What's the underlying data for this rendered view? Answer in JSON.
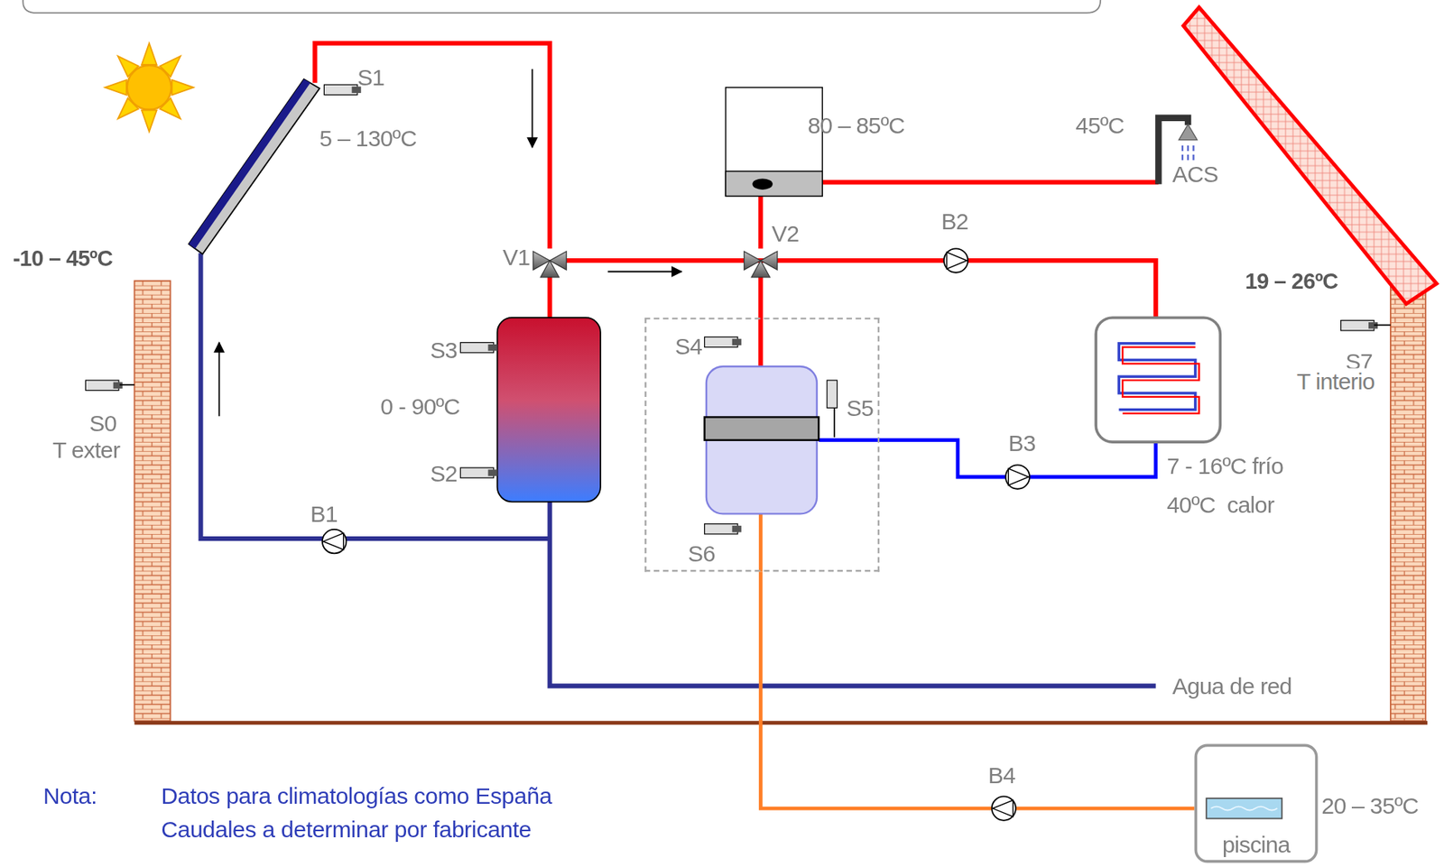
{
  "diagram": {
    "nodes": [
      {
        "text": [
          "S4",
          "S5",
          "S6"
        ]
      },
      {
        "text": [
          "piscina"
        ]
      }
    ],
    "edges": [
      {
        "from": 0,
        "to": 1,
        "arrow": "none",
        "label": "B4"
      }
    ],
    "labels": [
      "S1",
      "5 – 130ºC",
      "80 – 85ºC",
      "45ºC",
      "ACS",
      "-10 – 45ºC",
      "V1",
      "V2",
      "B2",
      "19 – 26ºC",
      "S3",
      "0 - 90ºC",
      "S7",
      "T interio",
      "S0",
      "T exter",
      "B3",
      "S2",
      "7 - 16ºC frío",
      "40ºC  calor",
      "B1",
      "Agua de red",
      "20 – 35ºC",
      "Nota:",
      "Datos para climatologías como España",
      "Caudales a determinar por fabricante"
    ]
  }
}
